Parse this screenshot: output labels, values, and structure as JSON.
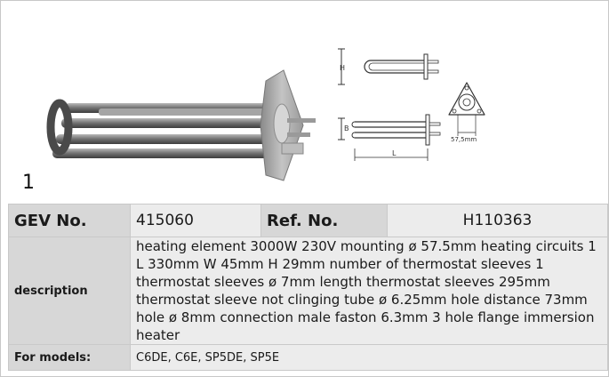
{
  "figure": {
    "number": "1",
    "dim_labels": {
      "height": "H",
      "width": "B",
      "length": "L",
      "flange": "57,5mm"
    }
  },
  "table": {
    "gev_label": "GEV No.",
    "gev_value": "415060",
    "ref_label": "Ref. No.",
    "ref_value": "H110363",
    "description_label": "description",
    "description": "heating element  3000W 230V mounting ø 57.5mm heating circuits 1 L 330mm W 45mm H 29mm number of thermostat sleeves 1 thermostat sleeves ø 7mm length thermostat sleeves 295mm thermostat sleeve not clinging tube ø 6.25mm hole distance 73mm hole ø 8mm connection male faston 6.3mm 3 hole flange immersion heater",
    "models_label": "For models:",
    "models": "C6DE, C6E, SP5DE, SP5E"
  }
}
